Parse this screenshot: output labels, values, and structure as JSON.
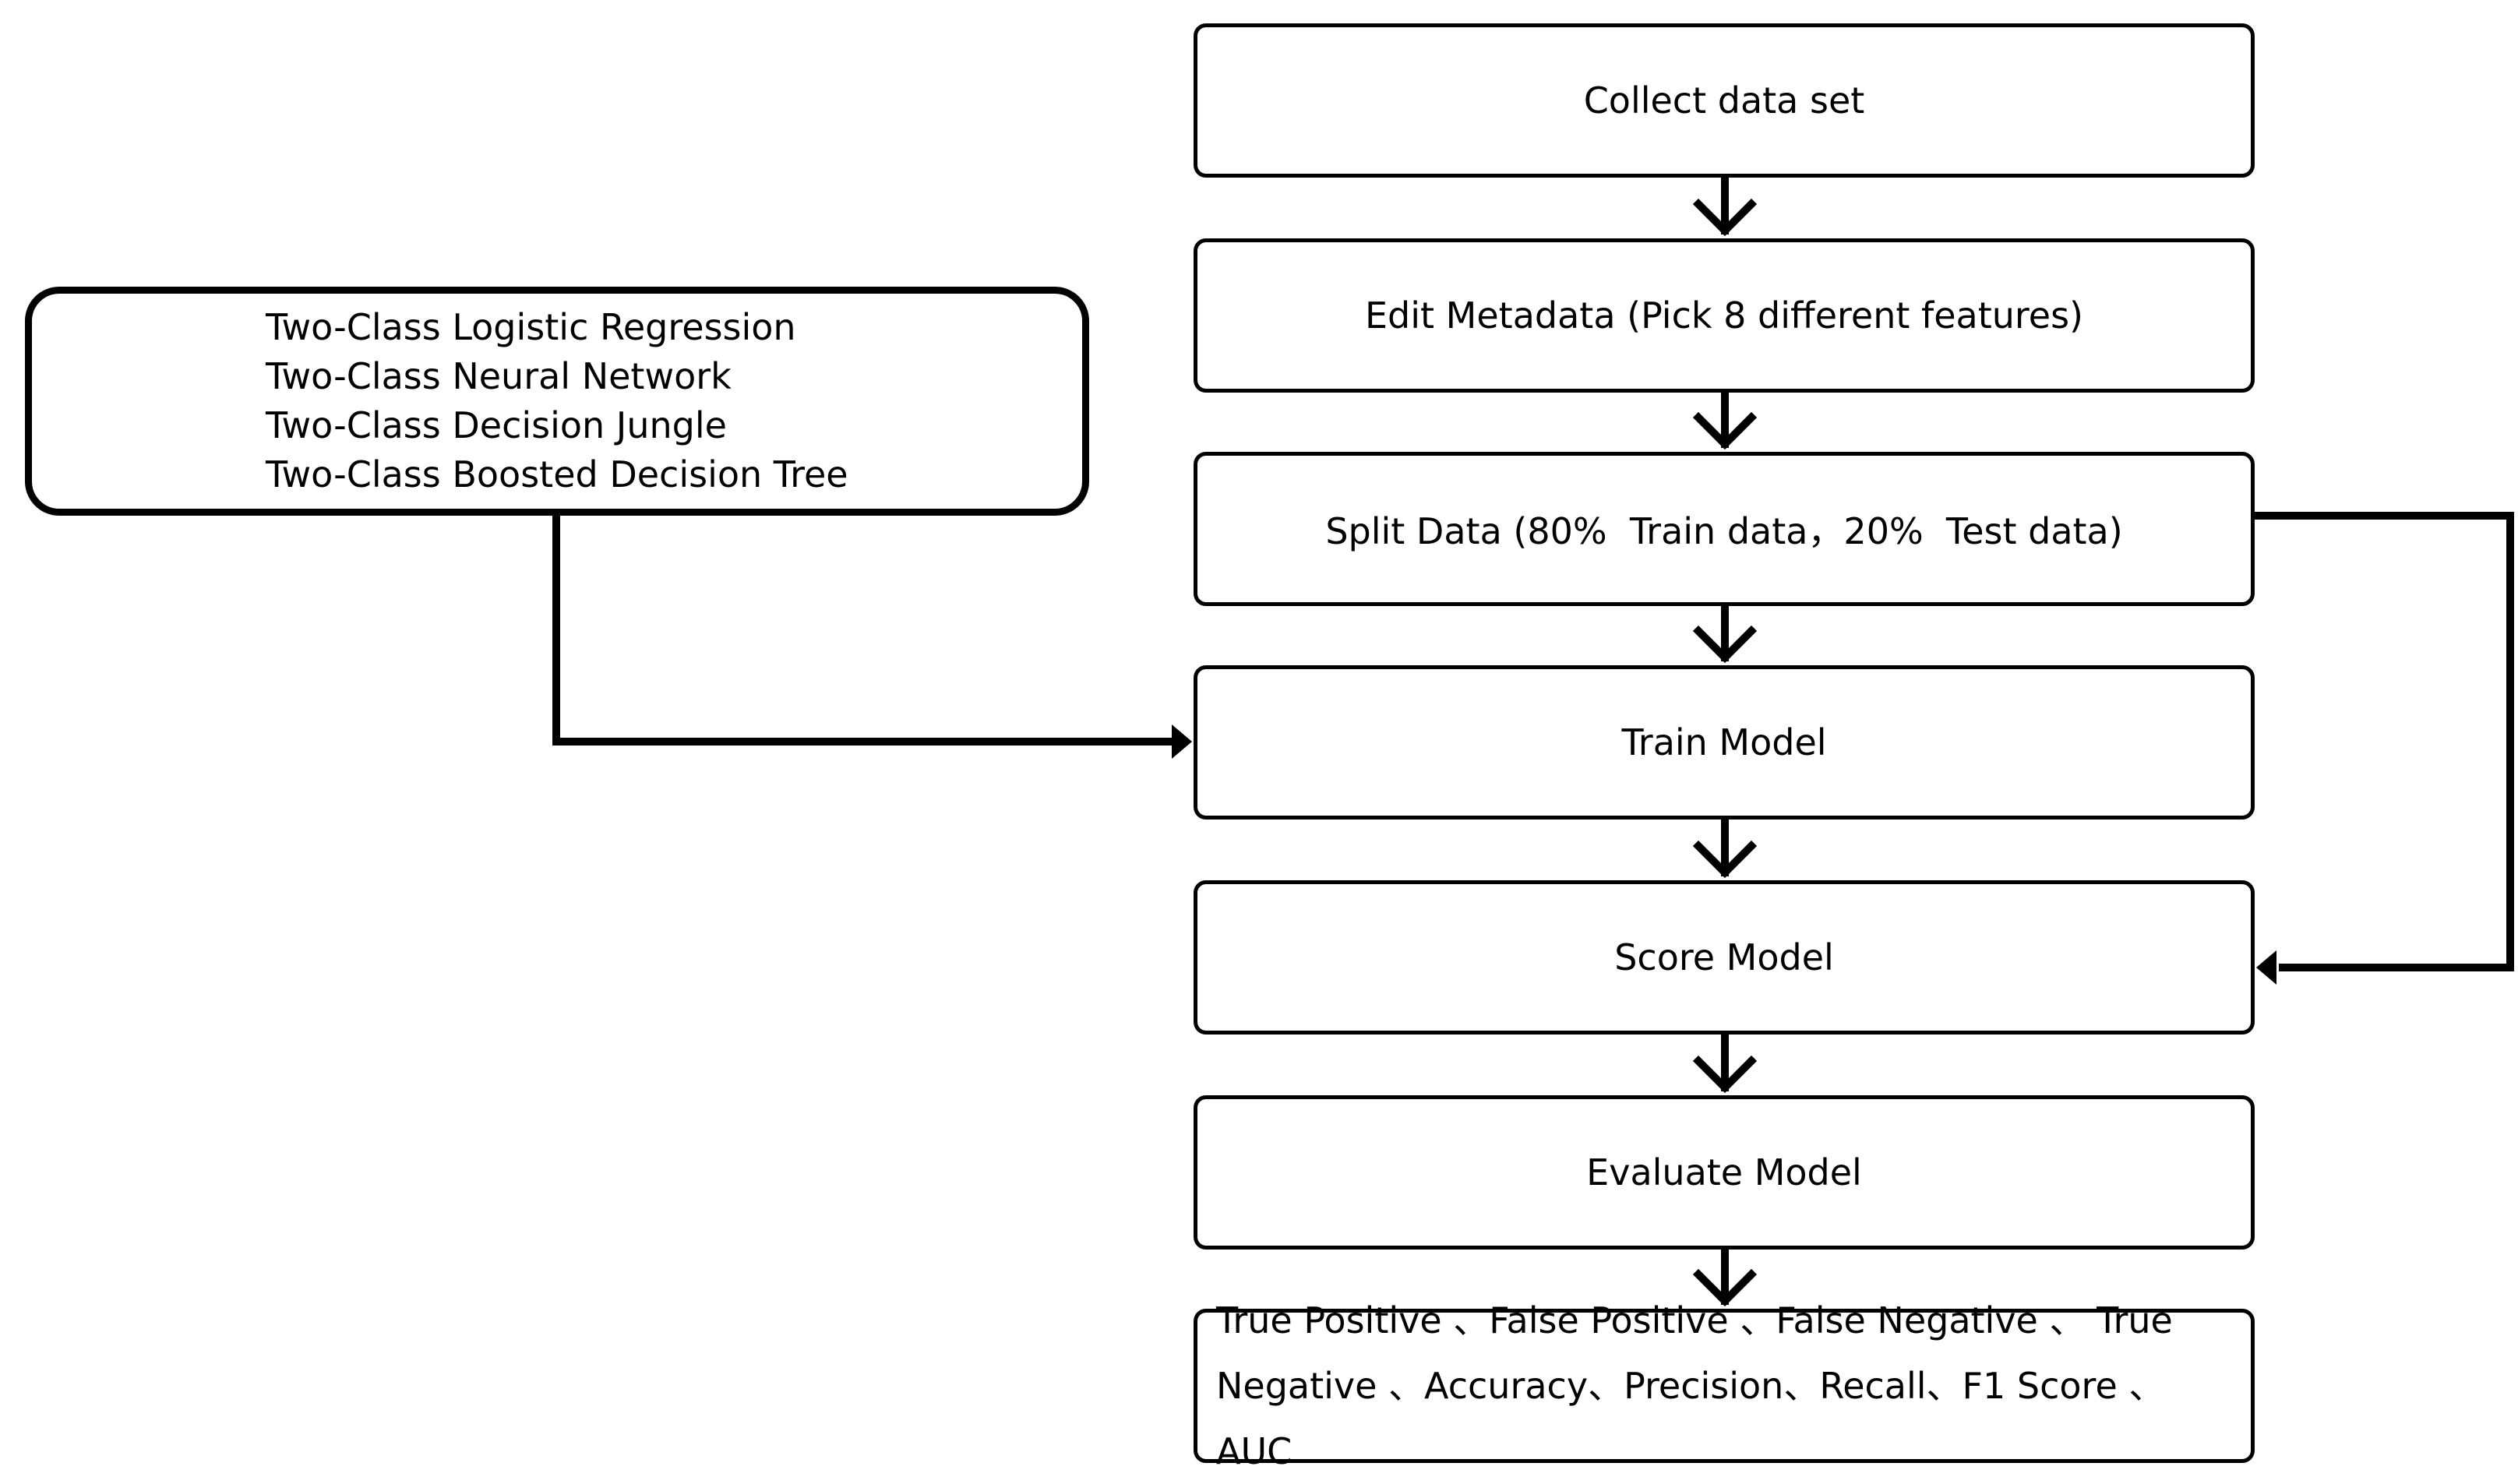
{
  "flow": {
    "steps": [
      {
        "label": "Collect data set"
      },
      {
        "label": "Edit Metadata (Pick 8 different features)"
      },
      {
        "label": "Split Data (80%  Train data，20%  Test data)"
      },
      {
        "label": "Train Model"
      },
      {
        "label": "Score Model"
      },
      {
        "label": "Evaluate Model"
      }
    ],
    "metrics": "True Positive 、False Positive 、False Negative 、 True Negative 、Accuracy、Precision、Recall、F1 Score 、AUC"
  },
  "models": {
    "items": [
      "Two-Class Logistic Regression",
      "Two-Class Neural Network",
      "Two-Class Decision Jungle",
      "Two-Class Boosted Decision Tree"
    ]
  }
}
